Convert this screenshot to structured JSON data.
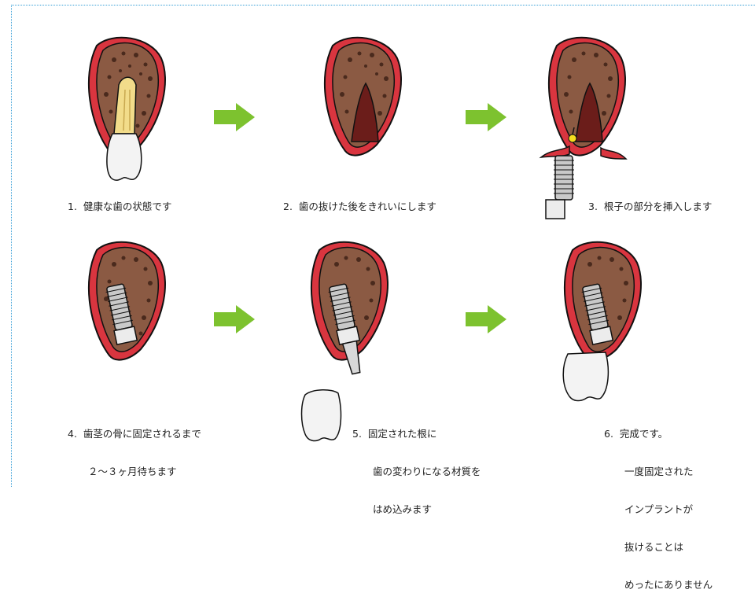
{
  "colors": {
    "gum": "#d9353f",
    "bone": "#8b5a43",
    "bone_speckle": "#4a2a1d",
    "socket": "#6b1d1a",
    "root": "#f2dc8a",
    "crown": "#f3f3f3",
    "implant": "#c9c9c9",
    "arrow": "#7dc22f",
    "frame": "#3aa0d8",
    "marker": "#f5dd1f"
  },
  "steps": [
    {
      "number": "1.",
      "text": "健康な歯の状態です"
    },
    {
      "number": "2.",
      "text": "歯の抜けた後をきれいにします"
    },
    {
      "number": "3.",
      "text": "根子の部分を挿入します"
    },
    {
      "number": "4.",
      "lines": [
        "歯茎の骨に固定されるまで",
        "２～３ヶ月待ちます"
      ]
    },
    {
      "number": "5.",
      "lines": [
        "固定された根に",
        "歯の変わりになる材質を",
        "はめ込みます"
      ]
    },
    {
      "number": "6.",
      "lines": [
        "完成です。",
        "一度固定された",
        "インプラントが",
        "抜けることは",
        "めったにありません"
      ]
    }
  ],
  "arrows": 4
}
